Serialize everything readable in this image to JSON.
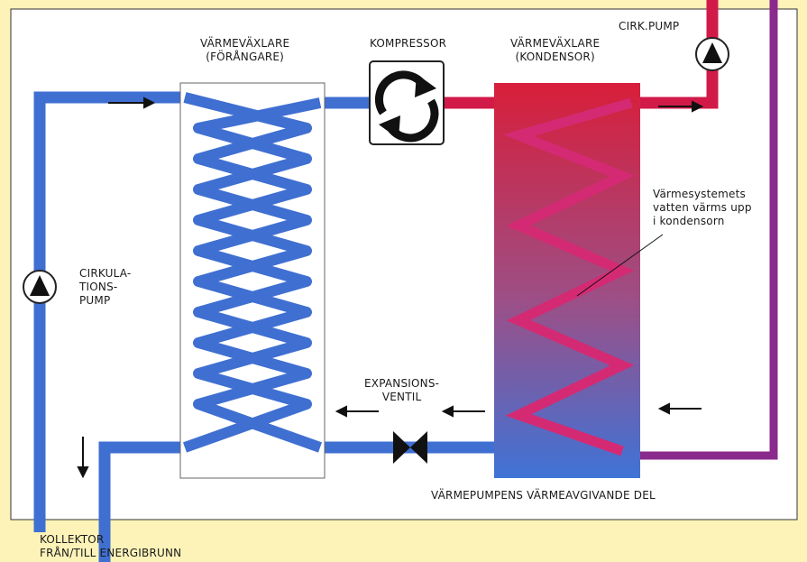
{
  "labels": {
    "evaporator": "VÄRMEVÄXLARE\n(FÖRÅNGARE)",
    "compressor": "KOMPRESSOR",
    "condenser": "VÄRMEVÄXLARE\n(KONDENSOR)",
    "circ_pump_top": "CIRK.PUMP",
    "circ_pump_left": "CIRKULA-\nTIONS-\nPUMP",
    "expansion_valve": "EXPANSIONS-\nVENTIL",
    "annotation": "Värmesystemets\nvatten värms upp\ni kondensorn",
    "heat_output": "VÄRMEPUMPENS VÄRMEAVGIVANDE DEL",
    "collector": "KOLLEKTOR\nFRÅN/TILL ENERGIBRUNN"
  },
  "colors": {
    "background": "#fdf3b8",
    "panel": "#ffffff",
    "cold_pipe": "#3f6fd1",
    "hot_pipe": "#d21a48",
    "purple_pipe": "#8a2a8c",
    "condenser_top": "#d81e3a",
    "condenser_bottom": "#3f73d6",
    "coil_hot": "#d42a73"
  },
  "icons": {
    "pump": "triangle-in-circle",
    "compressor": "rotating-arrows",
    "valve": "bowtie-valve",
    "flow": "arrow"
  }
}
